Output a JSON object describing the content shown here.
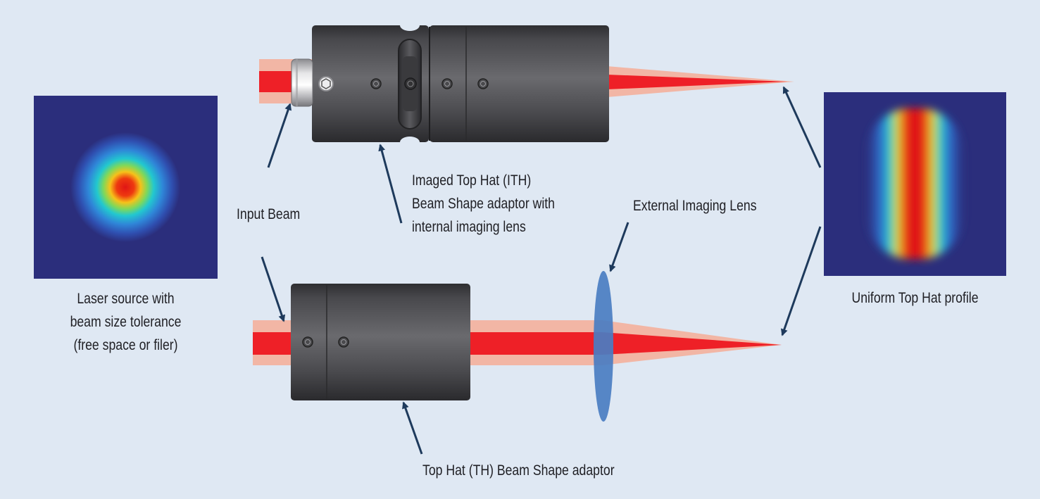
{
  "labels": {
    "input_beam": "Input Beam",
    "ith_line1": "Imaged Top Hat (ITH)",
    "ith_line2": "Beam Shape adaptor with",
    "ith_line3": "internal imaging lens",
    "external_lens": "External Imaging Lens",
    "laser_line1": "Laser source with",
    "laser_line2": "beam size tolerance",
    "laser_line3": "(free space or filer)",
    "uniform_profile": "Uniform Top Hat profile",
    "th_adaptor": "Top Hat (TH) Beam Shape adaptor"
  },
  "colors": {
    "background": "#dfe8f3",
    "beam_core": "#ee2027",
    "beam_halo": "#f2b6a5",
    "housing": "#4a4a4d",
    "lens": "#4a7dc2",
    "arrow": "#1e3a5c",
    "plot_background": "#2b2e7c"
  }
}
